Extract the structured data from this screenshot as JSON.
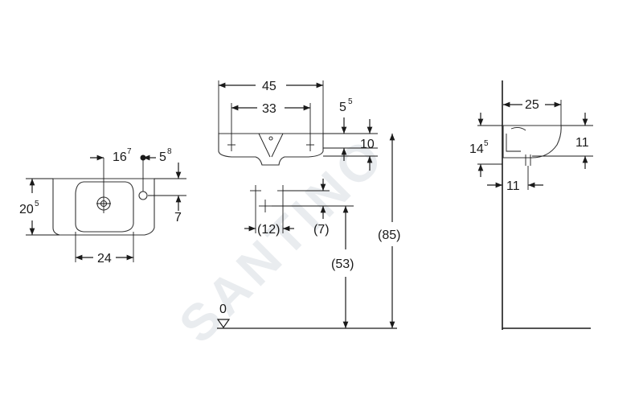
{
  "watermark": "SANTINO",
  "front_view": {
    "width_dim": "24",
    "height_dim": "20",
    "height_sup": "5",
    "tap_offset": "16",
    "tap_offset_sup": "7",
    "overflow_top": "5",
    "overflow_top_sup": "8",
    "overflow_side": "7"
  },
  "top_view": {
    "outer_width": "45",
    "fixing_width": "33",
    "rim_height": "10",
    "rim_offset": "5",
    "rim_offset_sup": "5",
    "fix_spacing": "(12)",
    "fix_height": "(7)",
    "mount_height": "(53)",
    "total_height": "(85)",
    "floor_level": "0"
  },
  "side_view": {
    "depth": "25",
    "drop_height": "14",
    "drop_height_sup": "5",
    "outlet_height": "11",
    "outlet_offset": "11"
  },
  "colors": {
    "line": "#1a1a1a",
    "watermark": "#e9ecef"
  }
}
